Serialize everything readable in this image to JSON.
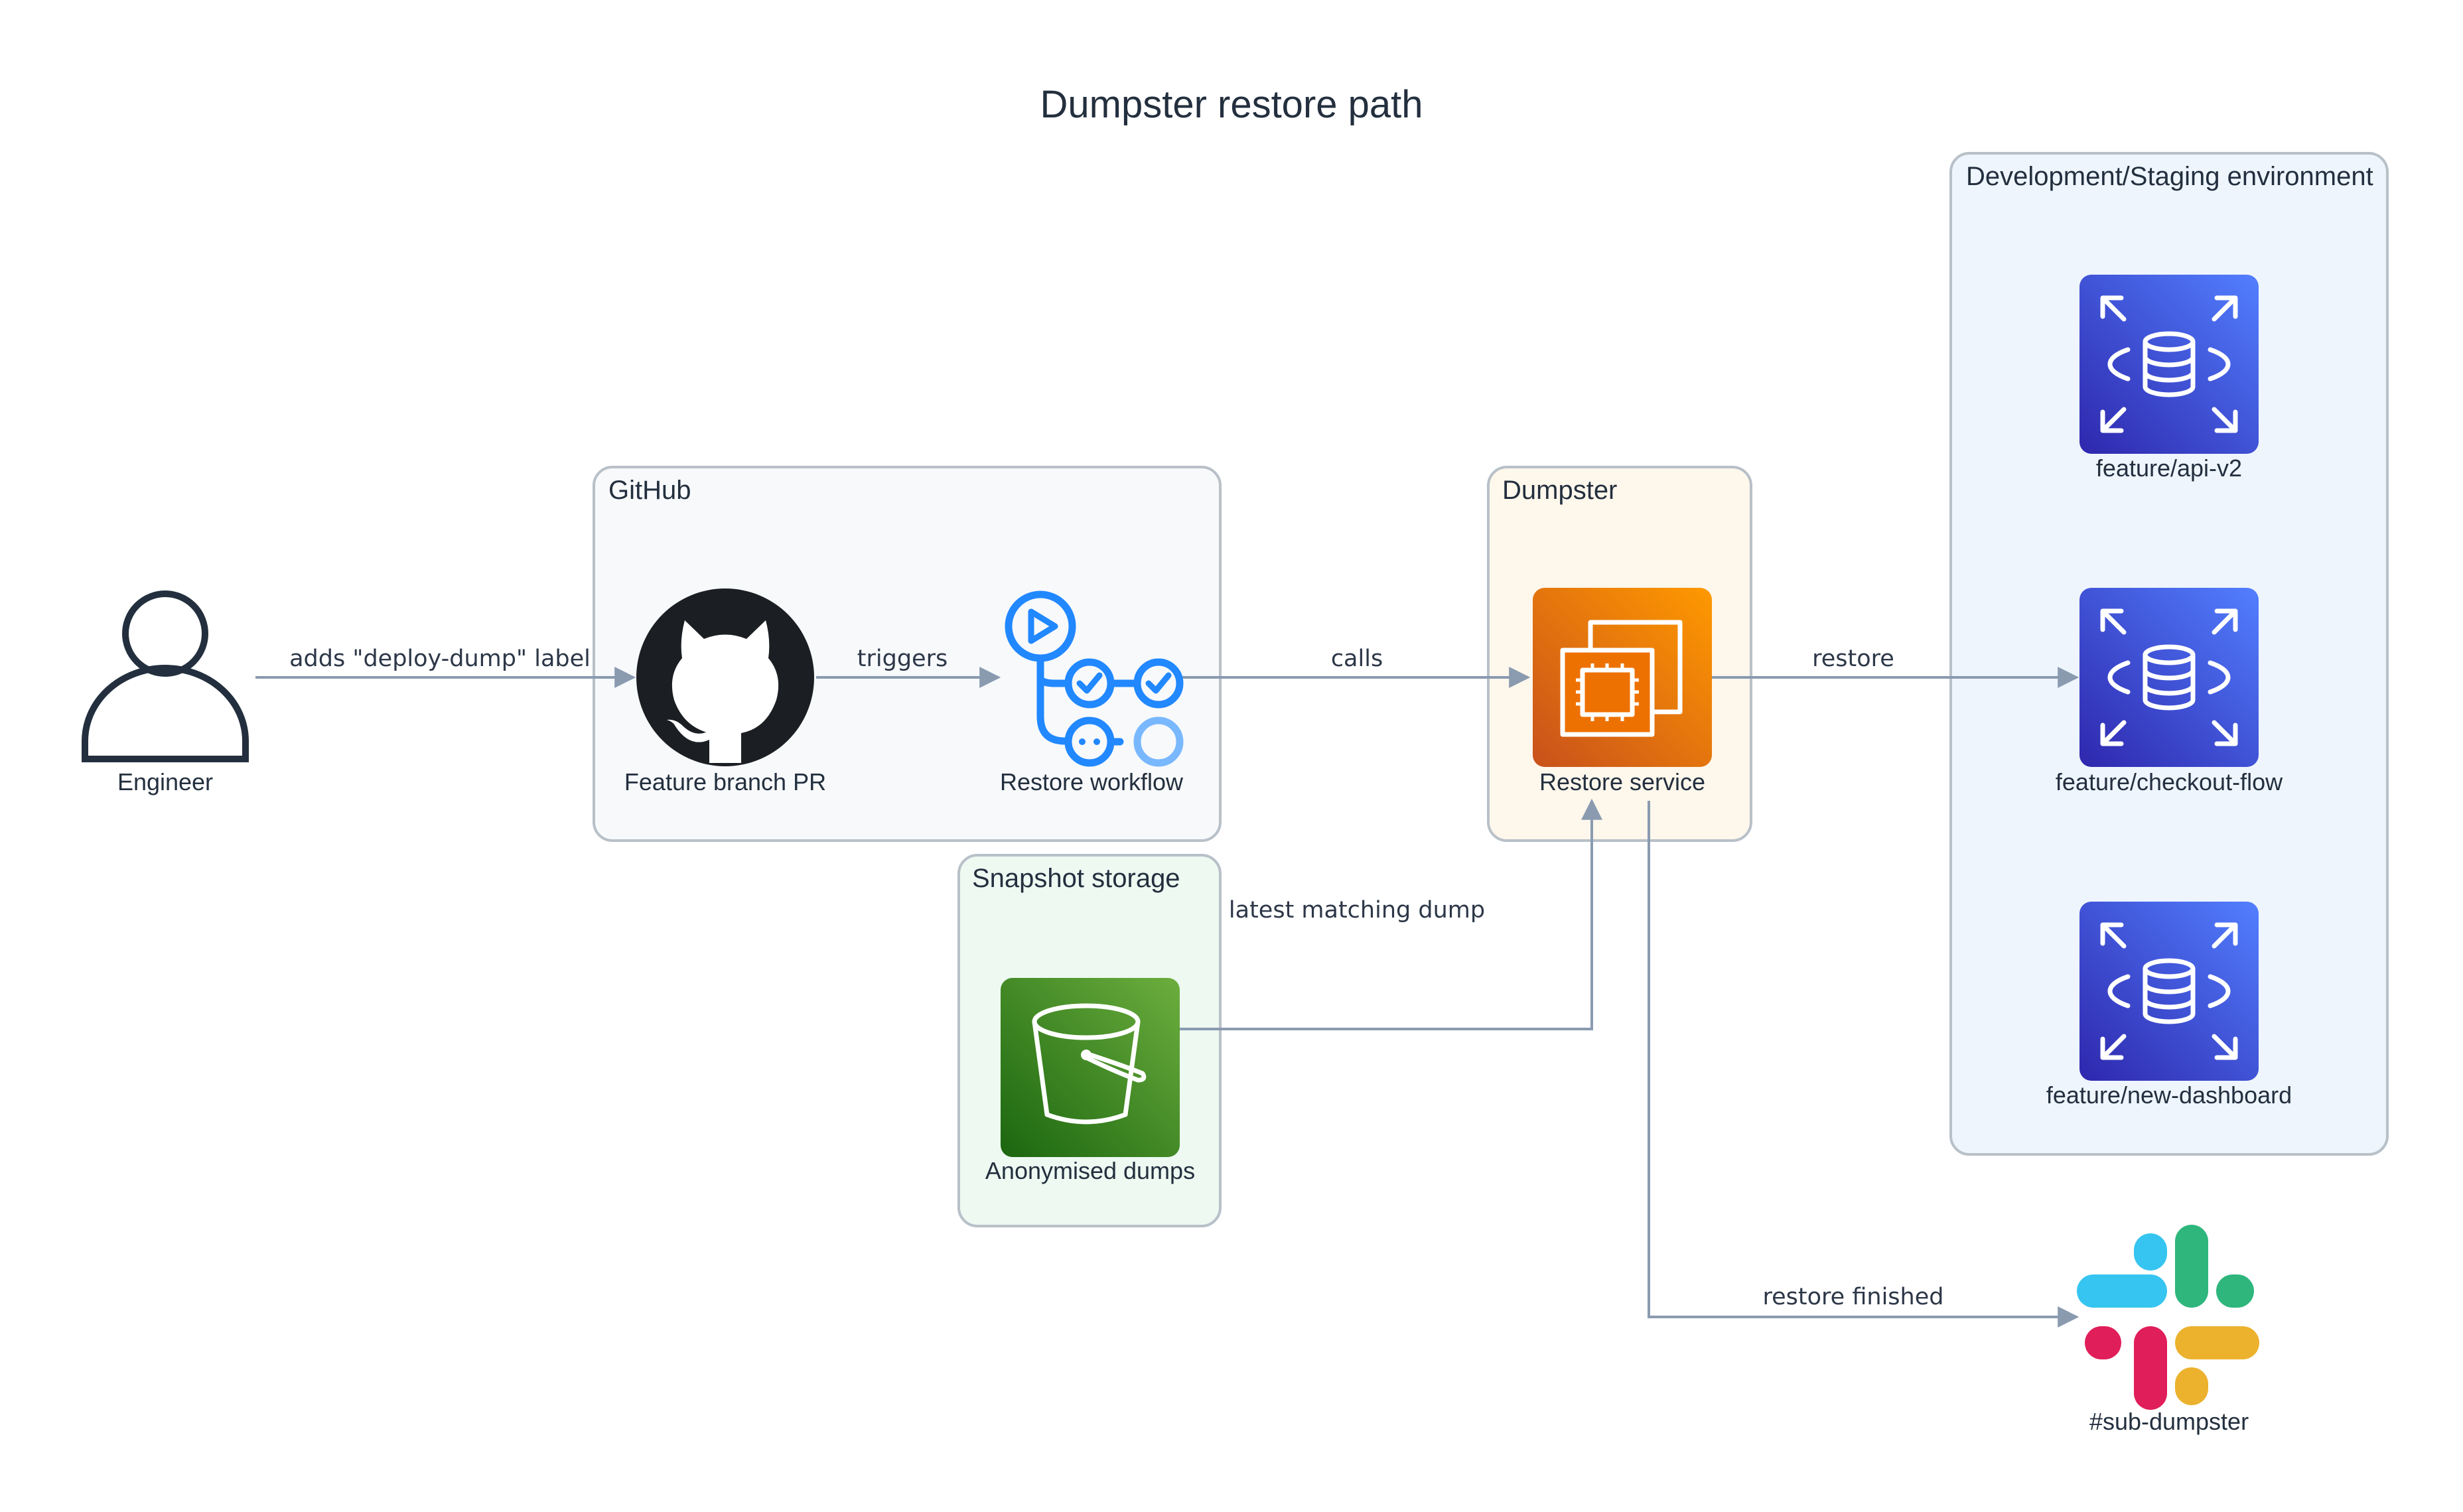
{
  "title": "Dumpster restore path",
  "groups": {
    "github": "GitHub",
    "dumpster": "Dumpster",
    "snapshot": "Snapshot storage",
    "env": "Development/Staging environment"
  },
  "nodes": {
    "engineer": "Engineer",
    "pr": "Feature branch PR",
    "workflow": "Restore workflow",
    "service": "Restore service",
    "dumps": "Anonymised dumps",
    "db1": "feature/api-v2",
    "db2": "feature/checkout-flow",
    "db3": "feature/new-dashboard",
    "slack": "#sub-dumpster"
  },
  "edges": {
    "label": "adds \"deploy-dump\" label",
    "triggers": "triggers",
    "calls": "calls",
    "restore": "restore",
    "latest": "latest matching dump",
    "finished": "restore finished"
  },
  "icons": {
    "engineer": "user-icon",
    "pr": "github-icon",
    "workflow": "github-actions-icon",
    "service": "ec2-instance-icon",
    "dumps": "s3-bucket-icon",
    "db": "rds-database-icon",
    "slack": "slack-icon"
  },
  "colors": {
    "github_group_bg": "#f7f9fb",
    "dumpster_group_bg": "#fef7ec",
    "snapshot_group_bg": "#edf9f1",
    "env_group_bg": "#eef5fd",
    "compute_orange": "#ed7100",
    "storage_green": "#3f8624",
    "database_blue": "#3b48cc",
    "workflow_blue": "#2188ff"
  }
}
